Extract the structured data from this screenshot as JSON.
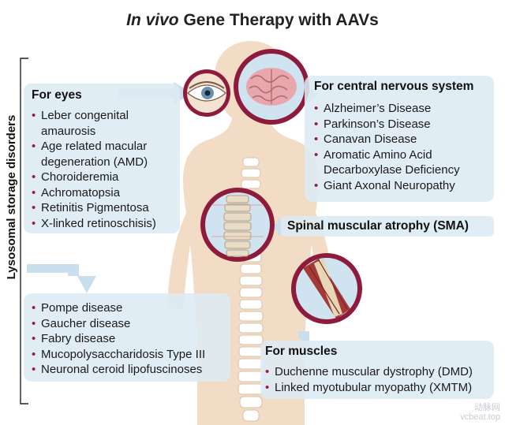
{
  "title": {
    "italic": "In vivo",
    "rest": " Gene Therapy with AAVs"
  },
  "eyes": {
    "heading": "For eyes",
    "items": [
      "Leber congenital",
      "amaurosis",
      "Age related macular",
      "degeneration (AMD)",
      "Choroideremia",
      "Achromatopsia",
      "Retinitis Pigmentosa",
      "X-linked retinoschisis)"
    ]
  },
  "cns": {
    "heading": "For central nervous system",
    "items": [
      "Alzheimer’s Disease",
      "Parkinson’s Disease",
      "Canavan Disease",
      "Aromatic Amino Acid",
      "Decarboxylase Deficiency",
      "Giant Axonal Neuropathy"
    ]
  },
  "sma": {
    "heading": "Spinal muscular atrophy (SMA)"
  },
  "lysosomal": {
    "side_label": "Lysosomal storage disorders",
    "items": [
      "Pompe disease",
      "Gaucher disease",
      "Fabry disease",
      "Mucopolysaccharidosis Type III",
      "Neuronal ceroid lipofuscinoses"
    ]
  },
  "muscles": {
    "heading": "For muscles",
    "items": [
      "Duchenne muscular dystrophy (DMD)",
      "Linked myotubular myopathy (XMTM)"
    ]
  },
  "watermark": {
    "line1": "动脉网",
    "line2": "vcbeat.top"
  },
  "colors": {
    "body": "#f2d9c3",
    "ring": "#8e1b3b",
    "panel": "#dceaf3",
    "arrow": "#c9dfee"
  },
  "icons": [
    "eye-icon",
    "brain-icon",
    "spine-icon",
    "muscle-icon"
  ]
}
